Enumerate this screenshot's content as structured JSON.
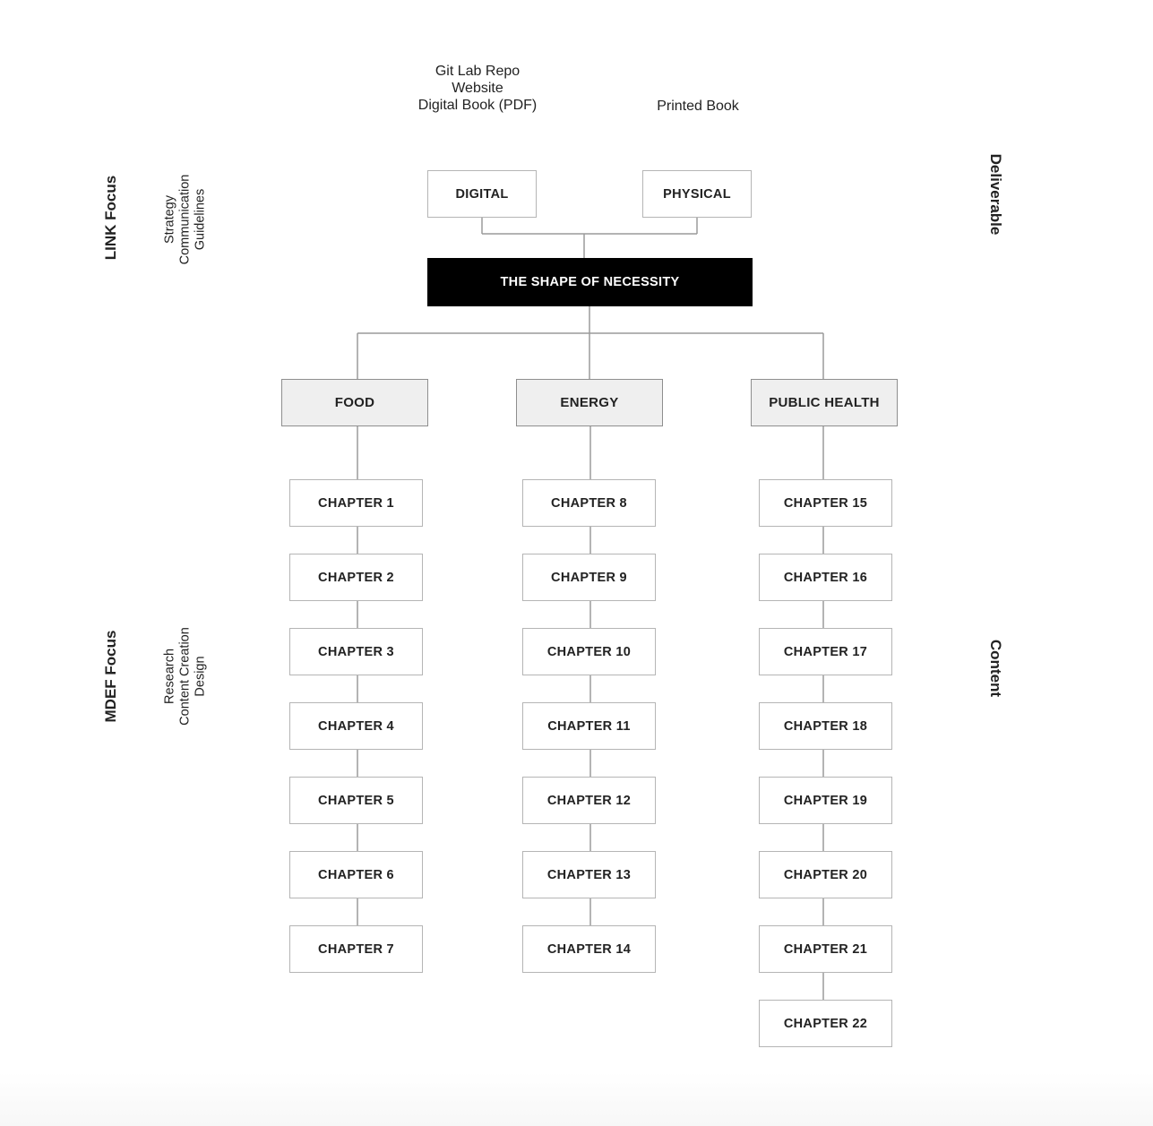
{
  "deliverable_notes": {
    "digital": [
      "Git Lab Repo",
      "Website",
      "Digital Book (PDF)"
    ],
    "physical": [
      "Printed Book"
    ]
  },
  "deliverables": {
    "digital_label": "DIGITAL",
    "physical_label": "PHYSICAL"
  },
  "root": {
    "label": "THE SHAPE OF NECESSITY"
  },
  "categories": [
    {
      "label": "FOOD",
      "chapters": [
        "CHAPTER 1",
        "CHAPTER 2",
        "CHAPTER 3",
        "CHAPTER 4",
        "CHAPTER 5",
        "CHAPTER 6",
        "CHAPTER 7"
      ]
    },
    {
      "label": "ENERGY",
      "chapters": [
        "CHAPTER 8",
        "CHAPTER 9",
        "CHAPTER 10",
        "CHAPTER 11",
        "CHAPTER 12",
        "CHAPTER 13",
        "CHAPTER 14"
      ]
    },
    {
      "label": "PUBLIC HEALTH",
      "chapters": [
        "CHAPTER 15",
        "CHAPTER 16",
        "CHAPTER 17",
        "CHAPTER 18",
        "CHAPTER 19",
        "CHAPTER 20",
        "CHAPTER 21",
        "CHAPTER 22"
      ]
    }
  ],
  "left_labels": {
    "link_focus": {
      "title": "LINK Focus",
      "items": [
        "Strategy",
        "Communication",
        "Guidelines"
      ]
    },
    "mdef_focus": {
      "title": "MDEF Focus",
      "items": [
        "Research",
        "Content Creation",
        "Design"
      ]
    }
  },
  "right_labels": {
    "deliverable": "Deliverable",
    "content": "Content"
  }
}
